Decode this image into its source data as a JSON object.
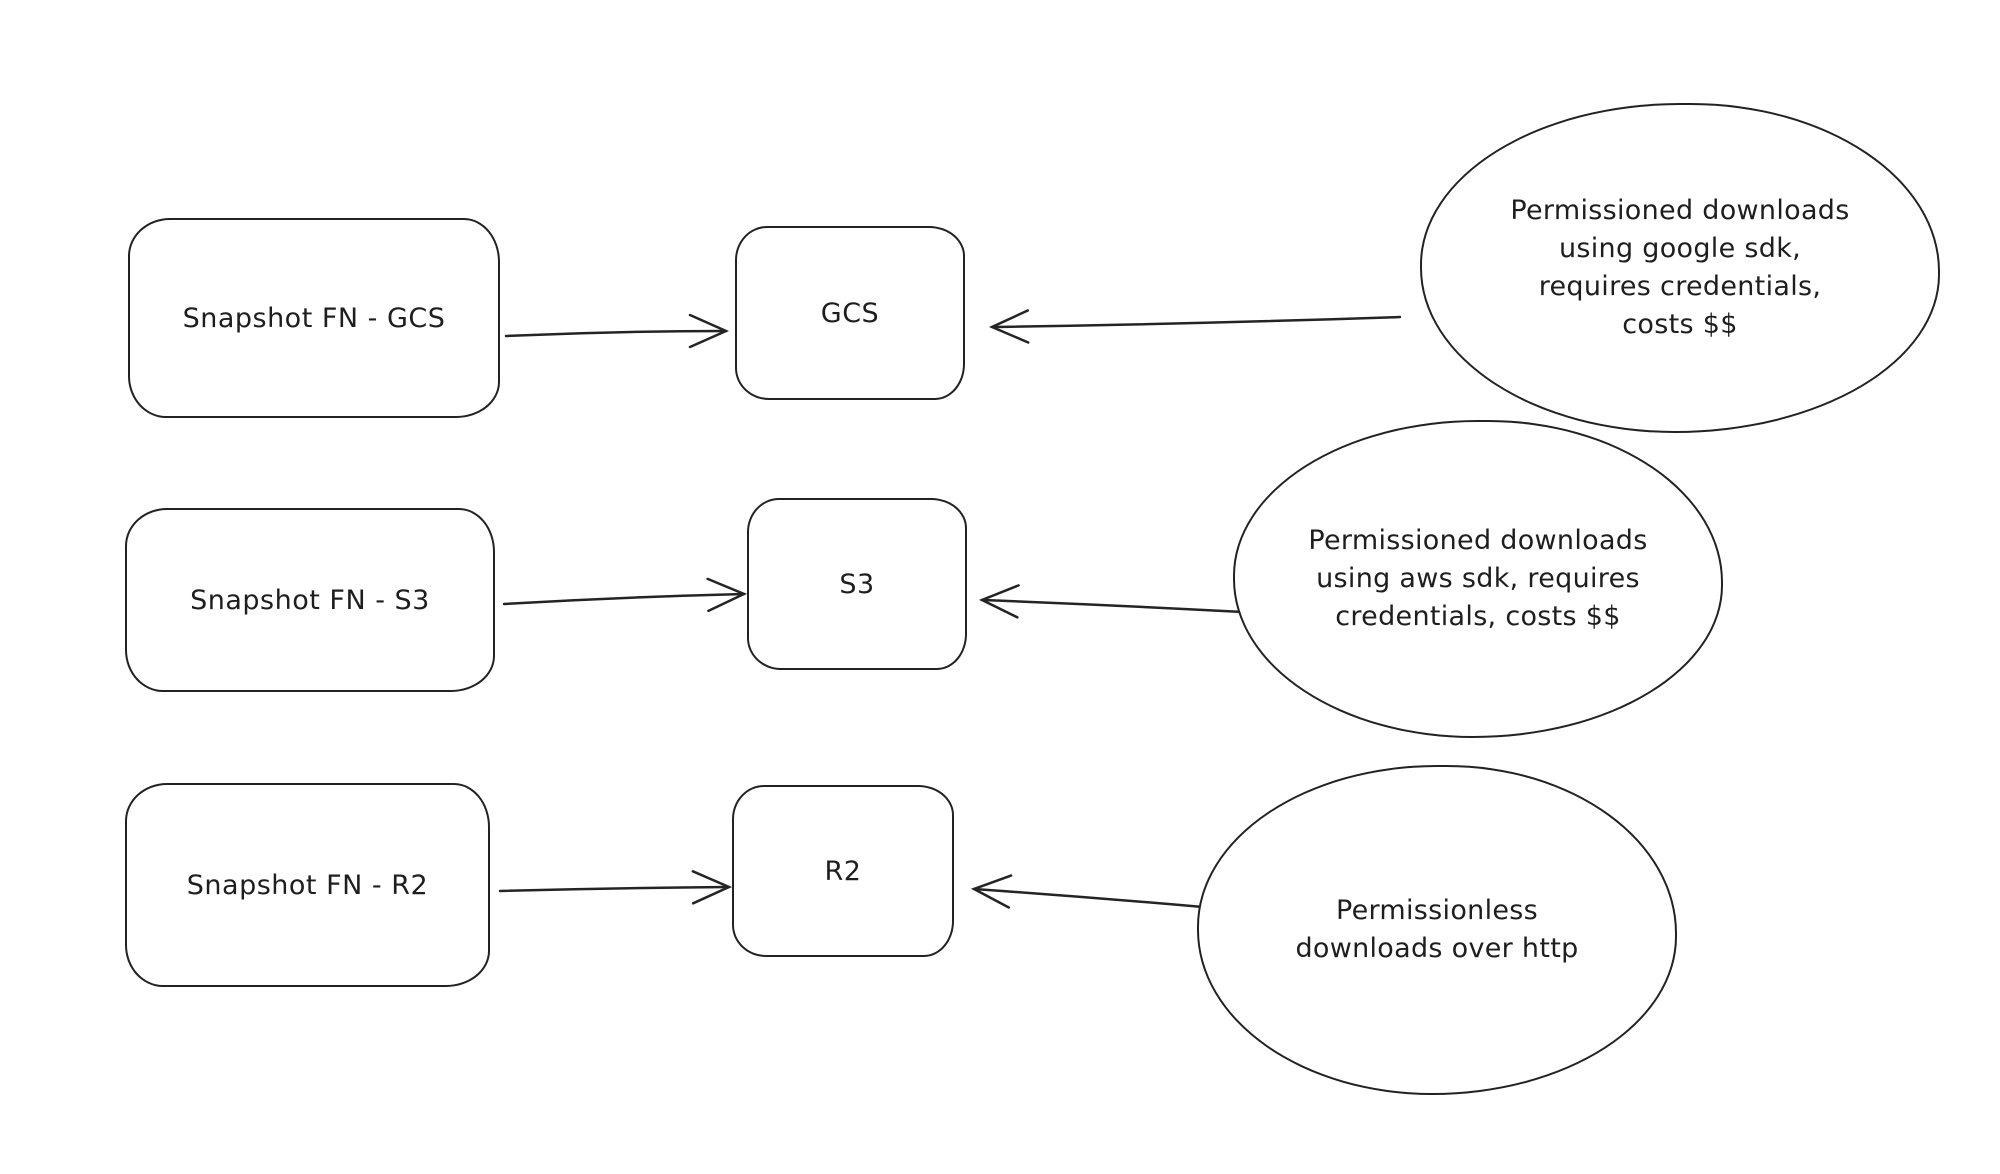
{
  "canvas": {
    "background_color": "#ffffff",
    "stroke_color": "#1e1e1e",
    "style": "hand-drawn whiteboard sketch"
  },
  "rows": [
    {
      "source": {
        "label": "Snapshot FN - GCS"
      },
      "target": {
        "label": "GCS"
      },
      "note": {
        "lines": [
          "Permissioned downloads",
          "using google sdk,",
          "requires credentials,",
          "costs $$"
        ]
      }
    },
    {
      "source": {
        "label": "Snapshot FN - S3"
      },
      "target": {
        "label": "S3"
      },
      "note": {
        "lines": [
          "Permissioned downloads",
          "using aws sdk, requires",
          "credentials, costs $$"
        ]
      }
    },
    {
      "source": {
        "label": "Snapshot FN - R2"
      },
      "target": {
        "label": "R2"
      },
      "note": {
        "lines": [
          "Permissionless",
          "downloads over http"
        ]
      }
    }
  ],
  "edges": [
    {
      "from": "Snapshot FN - GCS",
      "to": "GCS",
      "arrowhead": "to"
    },
    {
      "from": "Permissioned downloads using google sdk, requires credentials, costs $$",
      "to": "GCS",
      "arrowhead": "to"
    },
    {
      "from": "Snapshot FN - S3",
      "to": "S3",
      "arrowhead": "to"
    },
    {
      "from": "Permissioned downloads using aws sdk, requires credentials, costs $$",
      "to": "S3",
      "arrowhead": "to"
    },
    {
      "from": "Snapshot FN - R2",
      "to": "R2",
      "arrowhead": "to"
    },
    {
      "from": "Permissionless downloads over http",
      "to": "R2",
      "arrowhead": "to"
    }
  ]
}
